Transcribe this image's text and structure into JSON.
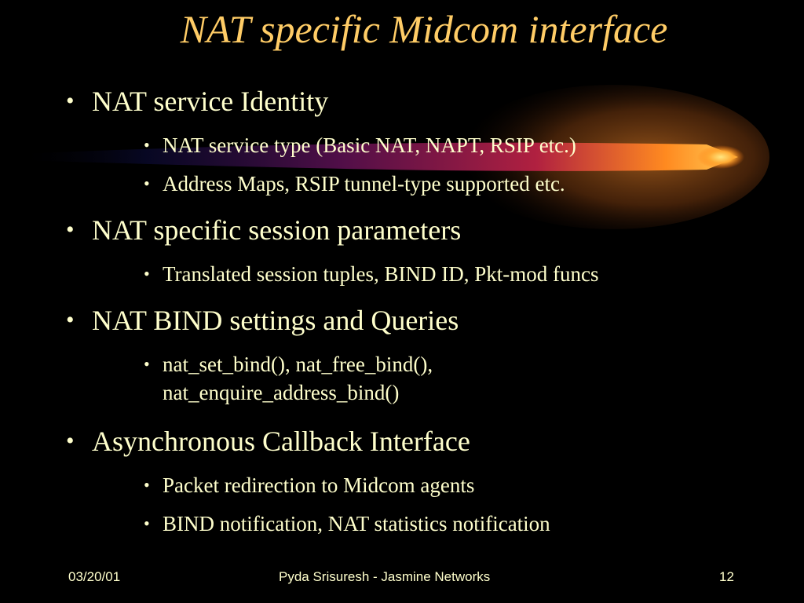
{
  "slide": {
    "title": "NAT specific Midcom interface",
    "bullet_glyph": "•",
    "items": [
      {
        "text": "NAT service Identity",
        "subitems": [
          "NAT service type (Basic NAT, NAPT, RSIP etc.)",
          "Address Maps, RSIP tunnel-type supported etc."
        ]
      },
      {
        "text": "NAT specific session parameters",
        "subitems": [
          "Translated session tuples, BIND ID, Pkt-mod funcs"
        ]
      },
      {
        "text": "NAT BIND settings and Queries",
        "subitems": [
          {
            "line1": "nat_set_bind(), nat_free_bind(),",
            "line2": "nat_enquire_address_bind()"
          }
        ]
      },
      {
        "text": "Asynchronous Callback Interface",
        "subitems": [
          "Packet redirection to Midcom agents",
          "BIND notification, NAT statistics notification"
        ]
      }
    ],
    "footer": {
      "date": "03/20/01",
      "author": "Pyda Srisuresh - Jasmine Networks",
      "page": "12"
    },
    "colors": {
      "background": "#000000",
      "title": "#ffcc66",
      "text": "#ffffcc",
      "comet_core": "#ffaa33",
      "comet_tail": "#7a1060"
    }
  }
}
